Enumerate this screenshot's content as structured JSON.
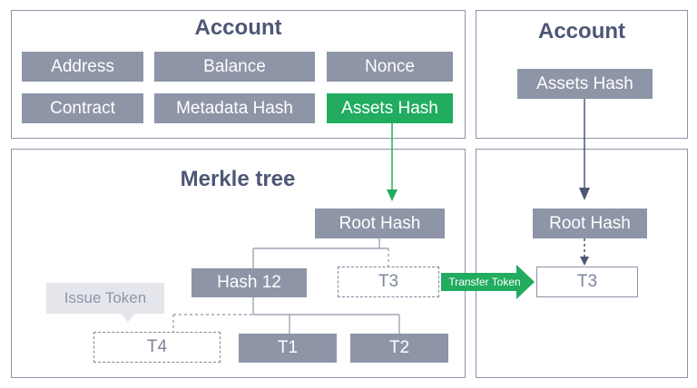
{
  "colors": {
    "node": "#8d95a7",
    "highlight": "#21ac60",
    "title": "#4d5775",
    "callout_bg": "#e4e6ec"
  },
  "left_account": {
    "title": "Account",
    "fields": {
      "address": "Address",
      "balance": "Balance",
      "nonce": "Nonce",
      "contract": "Contract",
      "metadata_hash": "Metadata Hash",
      "assets_hash": "Assets Hash"
    }
  },
  "right_account": {
    "title": "Account",
    "assets_hash": "Assets Hash"
  },
  "left_tree": {
    "title": "Merkle tree",
    "root_hash": "Root Hash",
    "hash12": "Hash 12",
    "t3": "T3",
    "t4": "T4",
    "t1": "T1",
    "t2": "T2",
    "issue_token": "Issue Token"
  },
  "transfer": {
    "label": "Transfer Token"
  },
  "right_tree": {
    "root_hash": "Root Hash",
    "t3": "T3"
  }
}
